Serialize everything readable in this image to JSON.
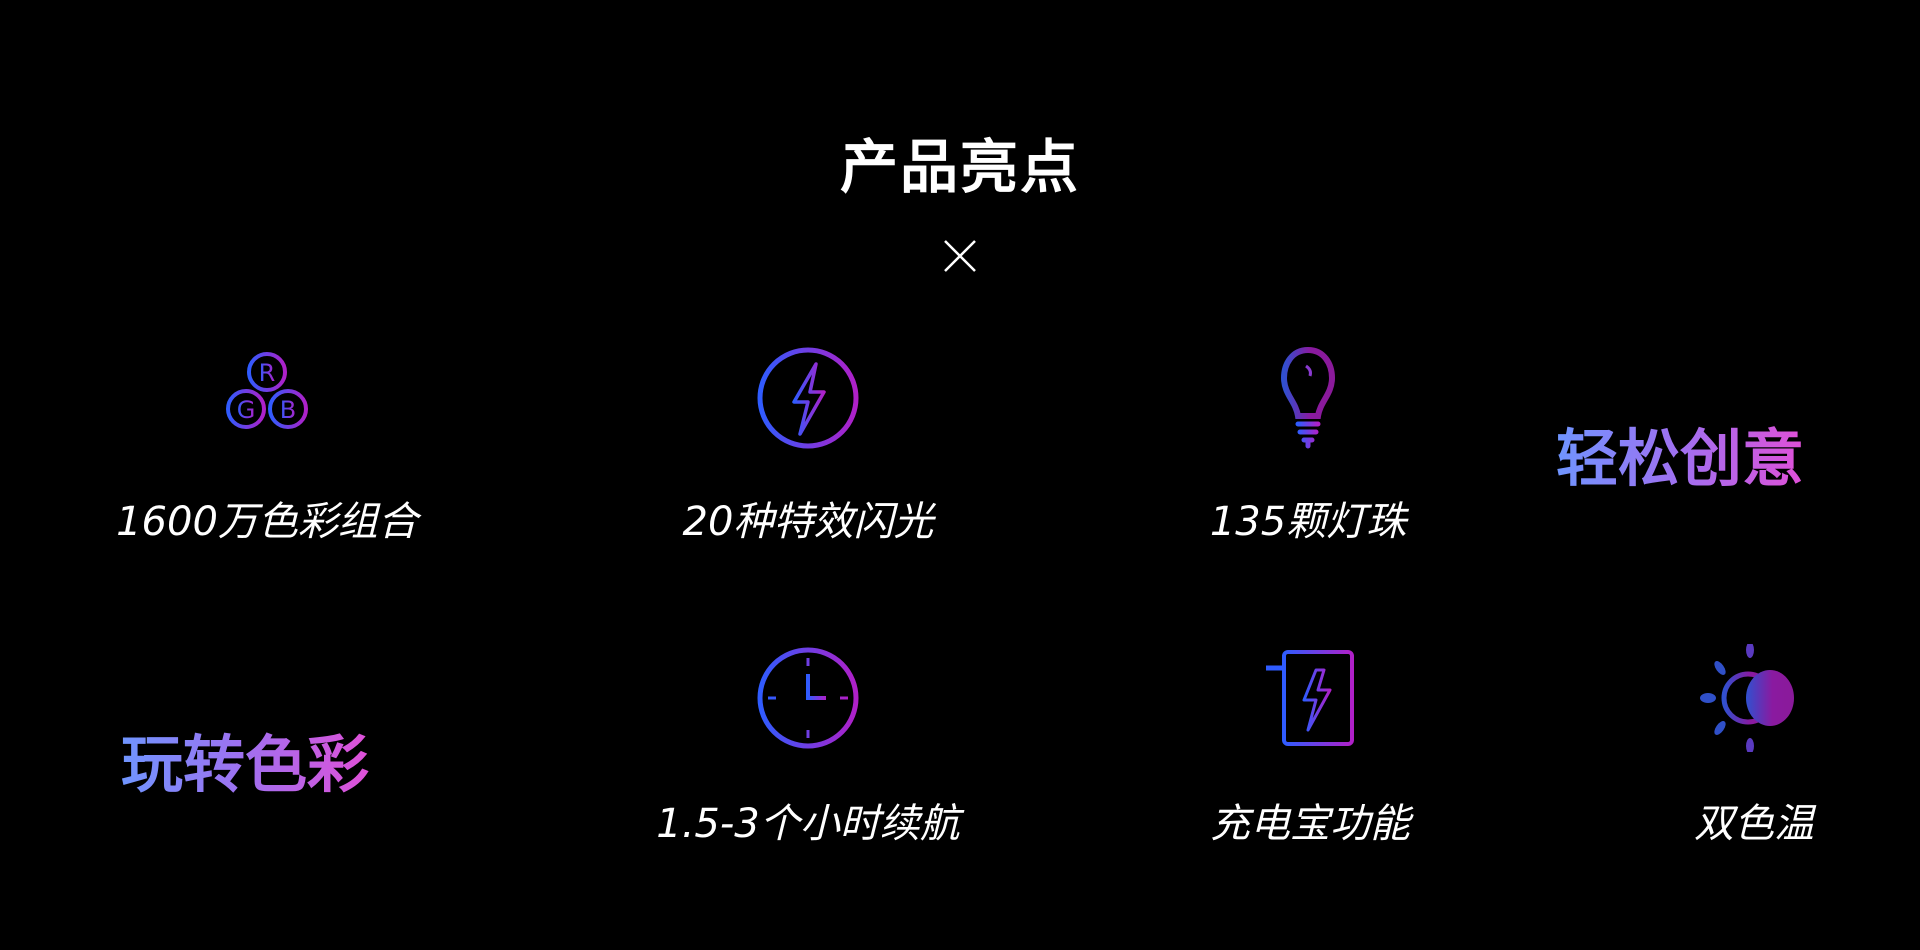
{
  "header": {
    "title": "产品亮点",
    "close_icon": "close-icon"
  },
  "taglines": {
    "easy_creative": "轻松创意",
    "play_colors": "玩转色彩"
  },
  "features": [
    {
      "label": "1600万色彩组合",
      "icon": "rgb-icon"
    },
    {
      "label": "20种特效闪光",
      "icon": "lightning-circle-icon"
    },
    {
      "label": "135颗灯珠",
      "icon": "light-bulb-icon"
    },
    {
      "label": "1.5-3个小时续航",
      "icon": "clock-icon"
    },
    {
      "label": "充电宝功能",
      "icon": "power-bank-icon"
    },
    {
      "label": "双色温",
      "icon": "dual-color-temperature-icon"
    }
  ],
  "rgb_letters": {
    "r": "R",
    "g": "G",
    "b": "B"
  },
  "colors": {
    "gradient_start": "#2f5cff",
    "gradient_end": "#b020c8",
    "text_gradient_start": "#6f95ff",
    "text_gradient_end": "#e050d8"
  }
}
